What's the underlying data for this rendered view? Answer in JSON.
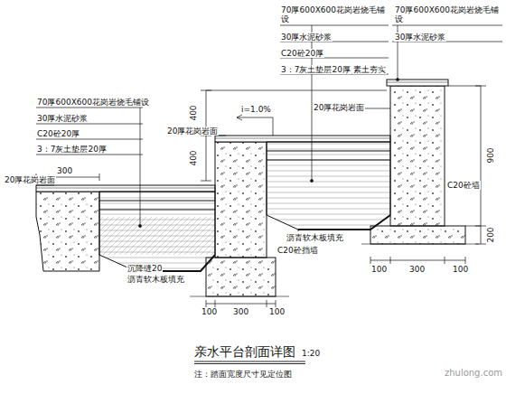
{
  "diagram": {
    "title": "亲水平台剖面详图",
    "caption": "注：踏面宽度尺寸见定位图",
    "labels": [
      "70厚600X600花岗岩烧毛铺设",
      "30厚水泥砂浆",
      "C20砼20厚",
      "3：7灰土垫层20厚",
      "素土夯实",
      "70厚600X600花岗岩烧毛铺设",
      "30厚水泥砂浆",
      "70厚600X600花岗岩烧毛铺设",
      "30厚水泥砂浆",
      "C20砼20厚",
      "3：7灰土垫层20厚",
      "400",
      "400",
      "i=1.0%",
      "20厚花岗岩面",
      "20厚花岗岩面",
      "300",
      "20厚花岗岩面",
      "900",
      "200",
      "C20砼墙",
      "C20砼挡墙",
      "沥青软木板填充",
      "沉降缝20",
      "沥青软木板填充",
      "100",
      "300",
      "100",
      "100",
      "300",
      "100",
      "1:20",
      "zhulong.com"
    ]
  }
}
